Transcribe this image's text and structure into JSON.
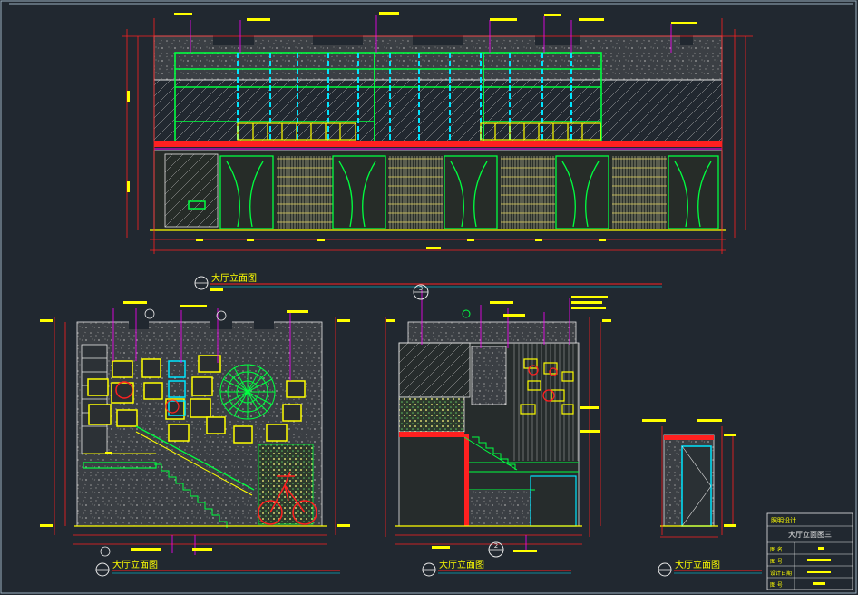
{
  "labels": {
    "view_a": "大厅立面图",
    "view_b": "大厅立面图",
    "view_c": "大厅立面图",
    "view_d": "大厅立面图"
  },
  "callouts": {
    "detail_3": "3",
    "detail_2": "2"
  },
  "title_block": {
    "project": "照明设计",
    "drawing_name": "大厅立面图三",
    "row_labels": [
      "图    名",
      "图    号",
      "设计日期",
      "图    号"
    ]
  },
  "colors": {
    "background": "#212830",
    "magenta": "#ff00ff",
    "red": "#ff2020",
    "yellow": "#ffff00",
    "green": "#00ff40",
    "cyan": "#00e5ff",
    "white": "#e8e8e8",
    "hatch": "#6a6a6a"
  }
}
